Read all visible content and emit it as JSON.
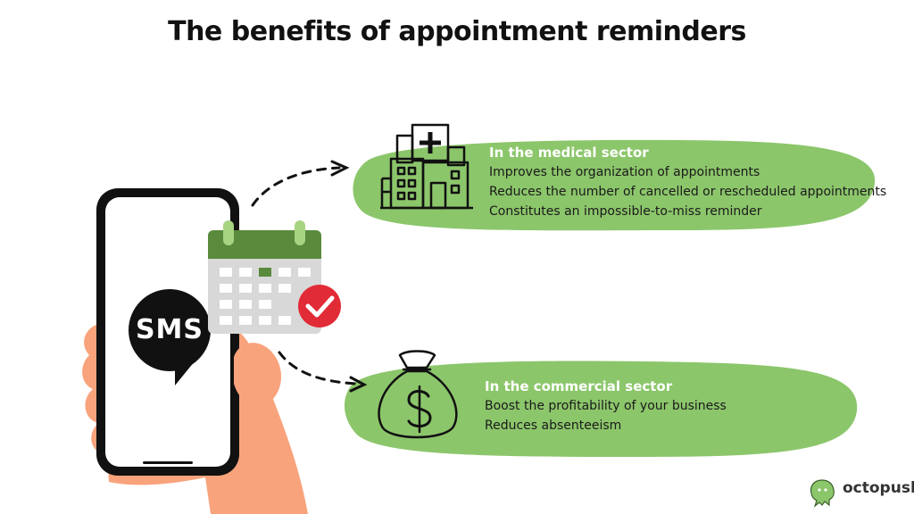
{
  "title": "The benefits of appointment reminders",
  "phone": {
    "sms_label": "SMS"
  },
  "medical": {
    "heading": "In the medical sector",
    "items": [
      "Improves the organization of appointments",
      "Reduces the number of cancelled or rescheduled appointments",
      "Constitutes an impossible-to-miss reminder"
    ]
  },
  "commercial": {
    "heading": "In the commercial sector",
    "items": [
      "Boost the profitability of your business",
      "Reduces absenteeism"
    ]
  },
  "brand": {
    "name": "octopush"
  },
  "colors": {
    "blob_green": "#8cc66b",
    "calendar_green": "#5a8a3c",
    "calendar_tab": "#a6d480",
    "check_red": "#e12b36",
    "skin": "#f9a37c",
    "ink": "#111111"
  },
  "icons": [
    "hospital-icon",
    "money-bag-icon",
    "calendar-icon",
    "check-icon",
    "sms-bubble-icon",
    "octopus-logo-icon"
  ]
}
